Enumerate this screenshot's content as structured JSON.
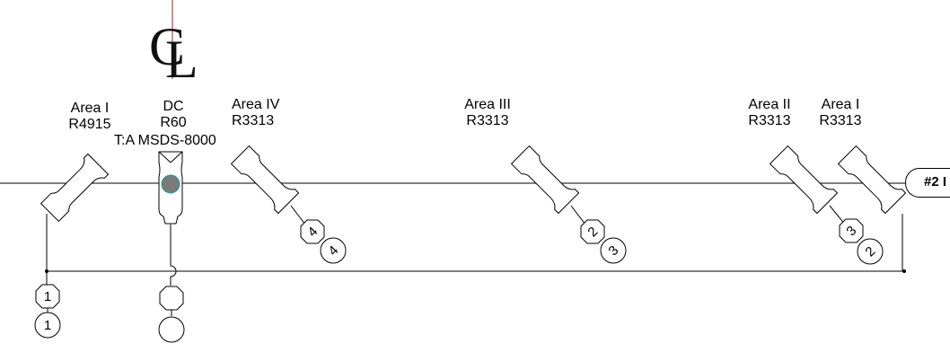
{
  "centerline": {
    "mark": "CL"
  },
  "labels": {
    "area_i_left": {
      "name": "Area I",
      "code": "R4915"
    },
    "dc": {
      "name": "DC",
      "code": "R60",
      "note": "T:A MSDS-8000"
    },
    "area_iv": {
      "name": "Area IV",
      "code": "R3313"
    },
    "area_iii": {
      "name": "Area III",
      "code": "R3313"
    },
    "area_ii": {
      "name": "Area II",
      "code": "R3313"
    },
    "area_i_right": {
      "name": "Area I",
      "code": "R3313"
    }
  },
  "tag": {
    "text": "#2 I"
  },
  "callouts": {
    "area_iv_top": "4",
    "area_iv_bottom": "4",
    "area_iii_top": "2",
    "area_iii_bottom": "3",
    "area_ii_top": "3",
    "area_ii_bottom": "2",
    "left_top": "1",
    "left_bottom": "1"
  }
}
